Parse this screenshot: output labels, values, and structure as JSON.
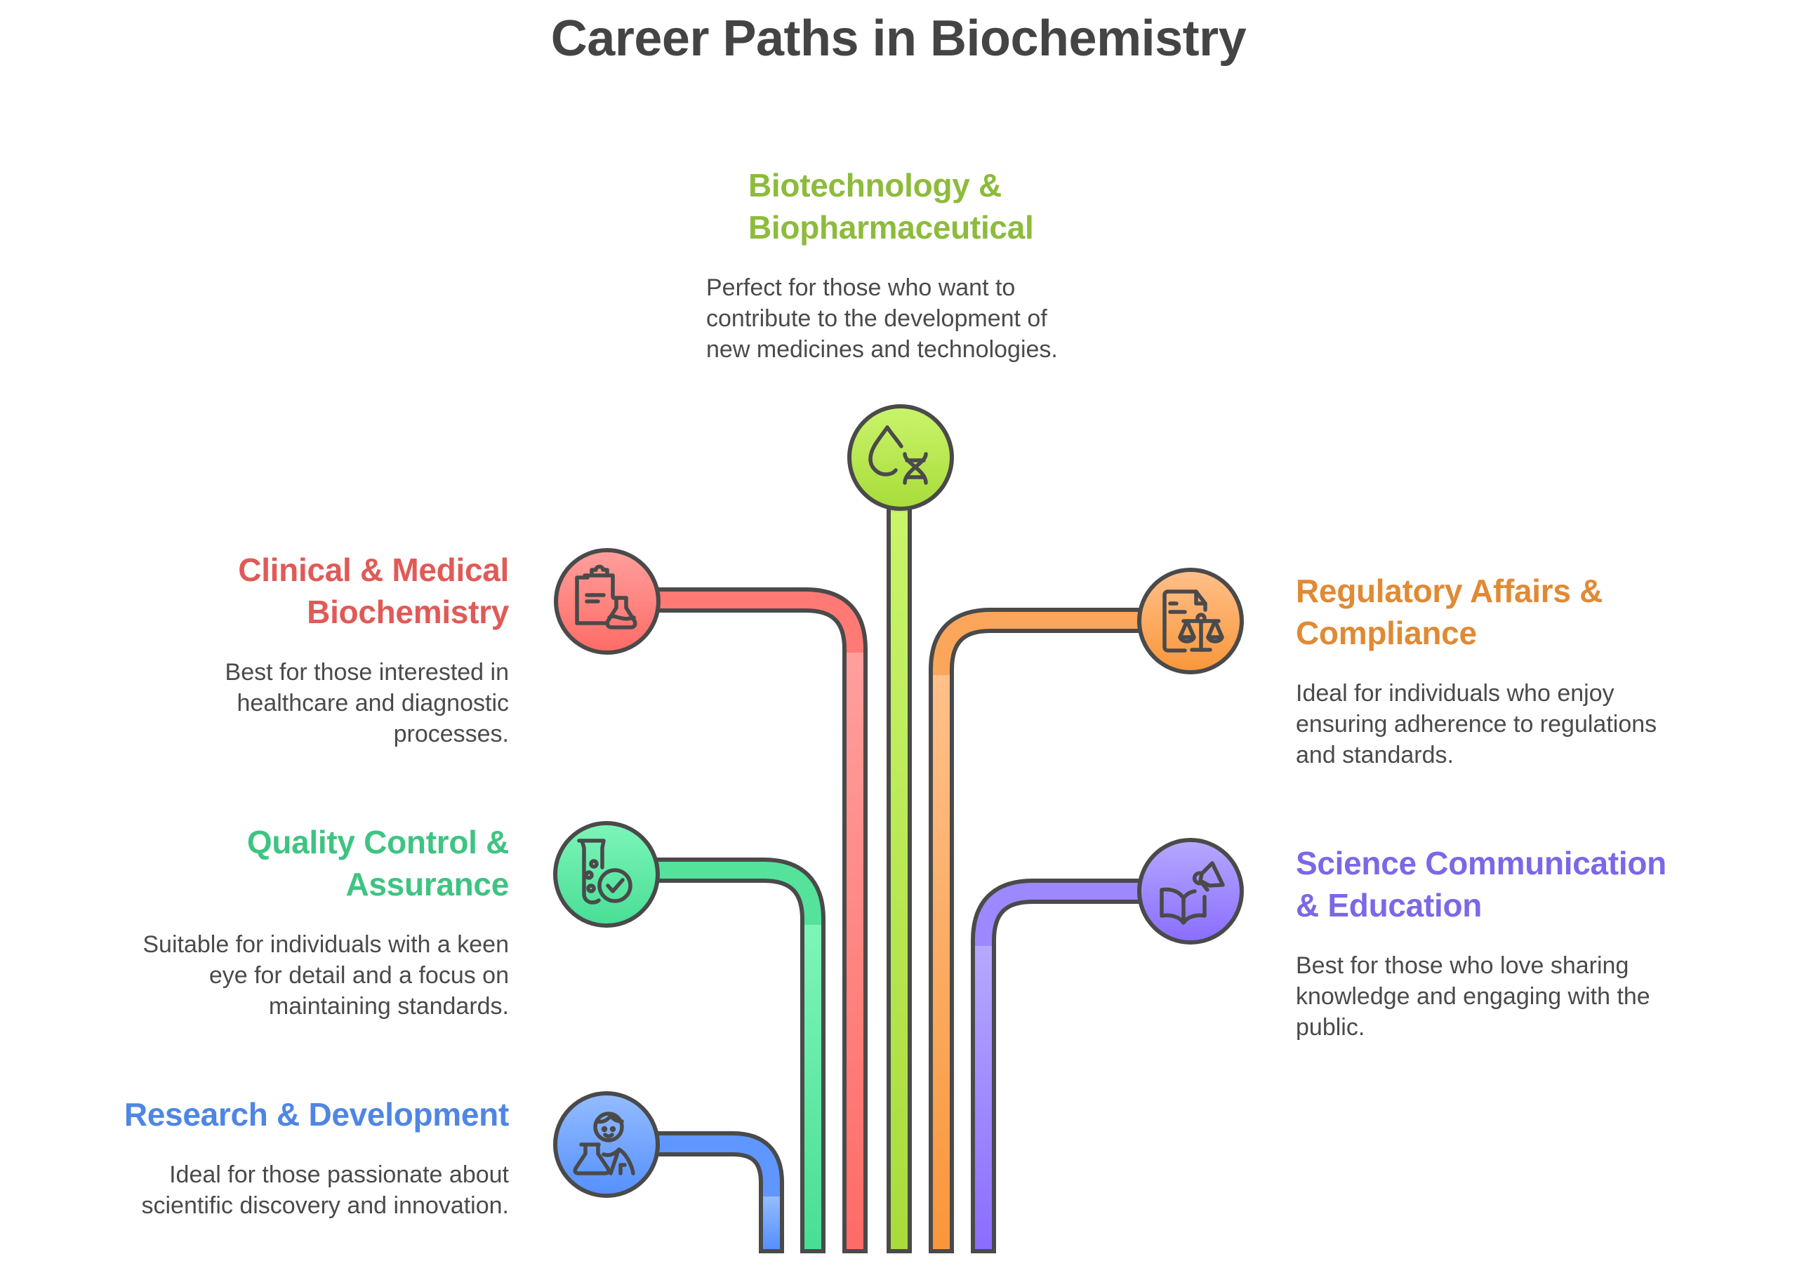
{
  "title": "Career Paths in Biochemistry",
  "paths": [
    {
      "id": "biotech",
      "heading": [
        "Biotechnology &",
        "Biopharmaceutical"
      ],
      "description": [
        "Perfect for those who want to",
        "contribute to the development of",
        "new medicines and technologies."
      ],
      "color": "#8dbb3c",
      "fill_top": "#c9f46b",
      "fill_bottom": "#a8dc3a",
      "icon": "drop-dna-icon"
    },
    {
      "id": "clinical",
      "heading": [
        "Clinical & Medical",
        "Biochemistry"
      ],
      "description": [
        "Best for those interested in",
        "healthcare and diagnostic",
        "processes."
      ],
      "color": "#e05a57",
      "fill_top": "#ff9f9c",
      "fill_bottom": "#ff6b66",
      "icon": "clipboard-flask-icon"
    },
    {
      "id": "quality",
      "heading": [
        "Quality Control &",
        "Assurance"
      ],
      "description": [
        "Suitable for individuals with a keen",
        "eye for detail and a focus on",
        "maintaining standards."
      ],
      "color": "#3ec482",
      "fill_top": "#7df5b9",
      "fill_bottom": "#48de95",
      "icon": "test-tube-check-icon"
    },
    {
      "id": "research",
      "heading": [
        "Research & Development"
      ],
      "description": [
        "Ideal for those passionate about",
        "scientific discovery and innovation."
      ],
      "color": "#4f86e3",
      "fill_top": "#94bcff",
      "fill_bottom": "#5590ff",
      "icon": "scientist-icon"
    },
    {
      "id": "regulatory",
      "heading": [
        "Regulatory Affairs &",
        "Compliance"
      ],
      "description": [
        "Ideal for individuals who enjoy",
        "ensuring adherence to regulations",
        "and standards."
      ],
      "color": "#e08a34",
      "fill_top": "#ffc08a",
      "fill_bottom": "#f9963a",
      "icon": "document-scales-icon"
    },
    {
      "id": "scicomm",
      "heading": [
        "Science Communication",
        "& Education"
      ],
      "description": [
        "Best for those who love sharing",
        "knowledge and engaging with the",
        "public."
      ],
      "color": "#7b68e6",
      "fill_top": "#b6a8ff",
      "fill_bottom": "#8a6dff",
      "icon": "book-megaphone-icon"
    }
  ]
}
